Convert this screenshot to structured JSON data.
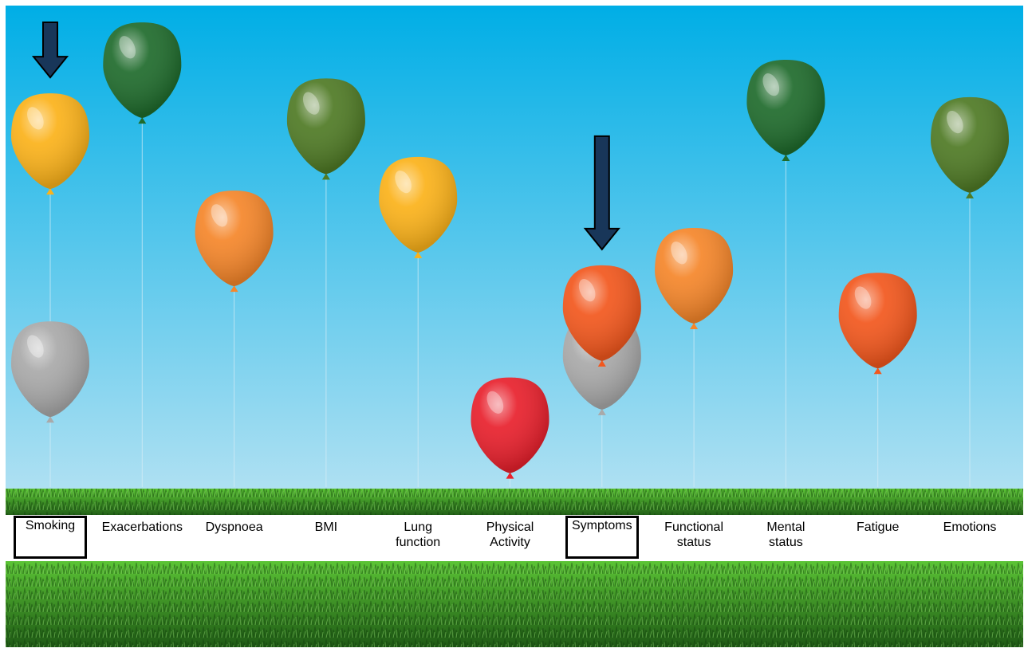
{
  "colors": {
    "sky_top": "#00aee6",
    "sky_bottom": "#aee0f2",
    "grass_light": "#5bc435",
    "grass_dark": "#1f5a15",
    "arrow": "#183659",
    "highlight_box": "#000000"
  },
  "categories": [
    {
      "id": "smoking",
      "label": "Smoking",
      "highlighted": true,
      "balloons": [
        {
          "color": "yellow",
          "level": 0.78
        },
        {
          "color": "grey",
          "level": 0.17
        }
      ]
    },
    {
      "id": "exacerbations",
      "label": "Exacerbations",
      "highlighted": false,
      "balloons": [
        {
          "color": "dark-green",
          "level": 0.97
        }
      ]
    },
    {
      "id": "dyspnoea",
      "label": "Dyspnoea",
      "highlighted": false,
      "balloons": [
        {
          "color": "orange",
          "level": 0.52
        }
      ]
    },
    {
      "id": "bmi",
      "label": "BMI",
      "highlighted": false,
      "balloons": [
        {
          "color": "olive-green",
          "level": 0.82
        }
      ]
    },
    {
      "id": "lung-function",
      "label": "Lung\nfunction",
      "highlighted": false,
      "balloons": [
        {
          "color": "yellow",
          "level": 0.61
        }
      ]
    },
    {
      "id": "physical-activity",
      "label": "Physical\nActivity",
      "highlighted": false,
      "balloons": [
        {
          "color": "red",
          "level": 0.02
        }
      ]
    },
    {
      "id": "symptoms",
      "label": "Symptoms",
      "highlighted": true,
      "balloons": [
        {
          "color": "grey",
          "level": 0.19
        },
        {
          "color": "orange-red",
          "level": 0.32
        }
      ]
    },
    {
      "id": "functional-status",
      "label": "Functional\nstatus",
      "highlighted": false,
      "balloons": [
        {
          "color": "orange",
          "level": 0.42
        }
      ]
    },
    {
      "id": "mental-status",
      "label": "Mental\nstatus",
      "highlighted": false,
      "balloons": [
        {
          "color": "dark-green",
          "level": 0.87
        }
      ]
    },
    {
      "id": "fatigue",
      "label": "Fatigue",
      "highlighted": false,
      "balloons": [
        {
          "color": "orange-red",
          "level": 0.3
        }
      ]
    },
    {
      "id": "emotions",
      "label": "Emotions",
      "highlighted": false,
      "balloons": [
        {
          "color": "olive-green",
          "level": 0.77
        }
      ]
    }
  ],
  "arrows": [
    {
      "target": "smoking",
      "direction": "down"
    },
    {
      "target": "symptoms",
      "direction": "down"
    }
  ]
}
